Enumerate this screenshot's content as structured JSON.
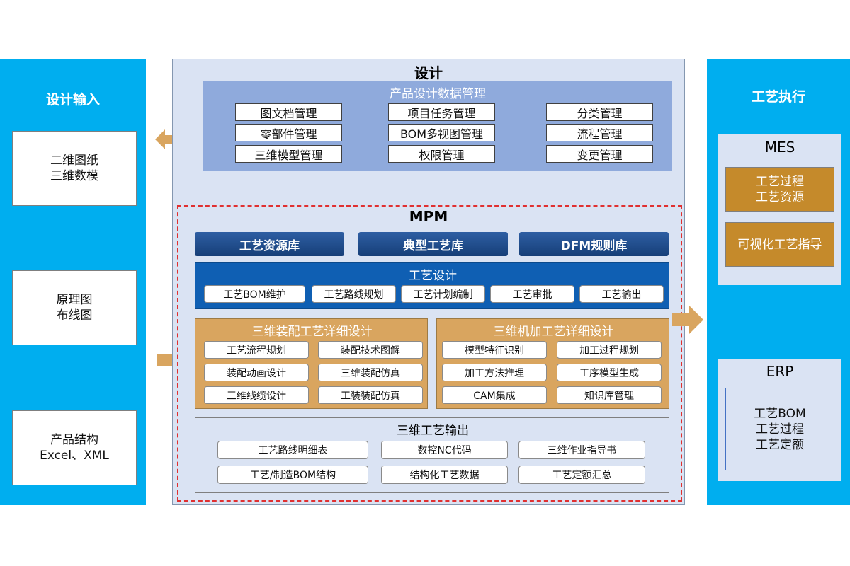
{
  "left": {
    "title": "设计输入",
    "boxes": [
      {
        "line1": "二维图纸",
        "line2": "三维数模"
      },
      {
        "line1": "原理图",
        "line2": "布线图"
      },
      {
        "line1": "产品结构",
        "line2": "Excel、XML"
      }
    ]
  },
  "design": {
    "title": "设计",
    "pdm_title": "产品设计数据管理",
    "items": [
      "图文档管理",
      "项目任务管理",
      "分类管理",
      "零部件管理",
      "BOM多视图管理",
      "流程管理",
      "三维模型管理",
      "权限管理",
      "变更管理"
    ]
  },
  "mpm": {
    "title": "MPM",
    "libraries": [
      "工艺资源库",
      "典型工艺库",
      "DFM规则库"
    ],
    "process_design": {
      "title": "工艺设计",
      "items": [
        "工艺BOM维护",
        "工艺路线规划",
        "工艺计划编制",
        "工艺审批",
        "工艺输出"
      ]
    },
    "assembly": {
      "title": "三维装配工艺详细设计",
      "items": [
        "工艺流程规划",
        "装配技术图解",
        "装配动画设计",
        "三维装配仿真",
        "三维线缆设计",
        "工装装配仿真"
      ]
    },
    "machining": {
      "title": "三维机加工艺详细设计",
      "items": [
        "模型特征识别",
        "加工过程规划",
        "加工方法推理",
        "工序模型生成",
        "CAM集成",
        "知识库管理"
      ]
    },
    "output": {
      "title": "三维工艺输出",
      "items": [
        "工艺路线明细表",
        "数控NC代码",
        "三维作业指导书",
        "工艺/制造BOM结构",
        "结构化工艺数据",
        "工艺定额汇总"
      ]
    }
  },
  "right": {
    "title": "工艺执行",
    "mes": {
      "title": "MES",
      "item1": {
        "line1": "工艺过程",
        "line2": "工艺资源"
      },
      "item2": "可视化工艺指导"
    },
    "erp": {
      "title": "ERP",
      "lines": [
        "工艺BOM",
        "工艺过程",
        "工艺定额"
      ]
    }
  },
  "colors": {
    "side_panel": "#00aeef",
    "center_panel": "#dae3f3",
    "pdm_box": "#8faadc",
    "library_button": "#1f4e8c",
    "process_design": "#0f5fb3",
    "detail_design": "#d9a55f",
    "mes_item": "#c58a2b",
    "arrow": "#d9a55f",
    "mpm_dashed_border": "#e03030"
  },
  "icons": {
    "bidirectional_arrow": "double-arrow-icon",
    "right_arrow": "right-arrow-icon"
  }
}
